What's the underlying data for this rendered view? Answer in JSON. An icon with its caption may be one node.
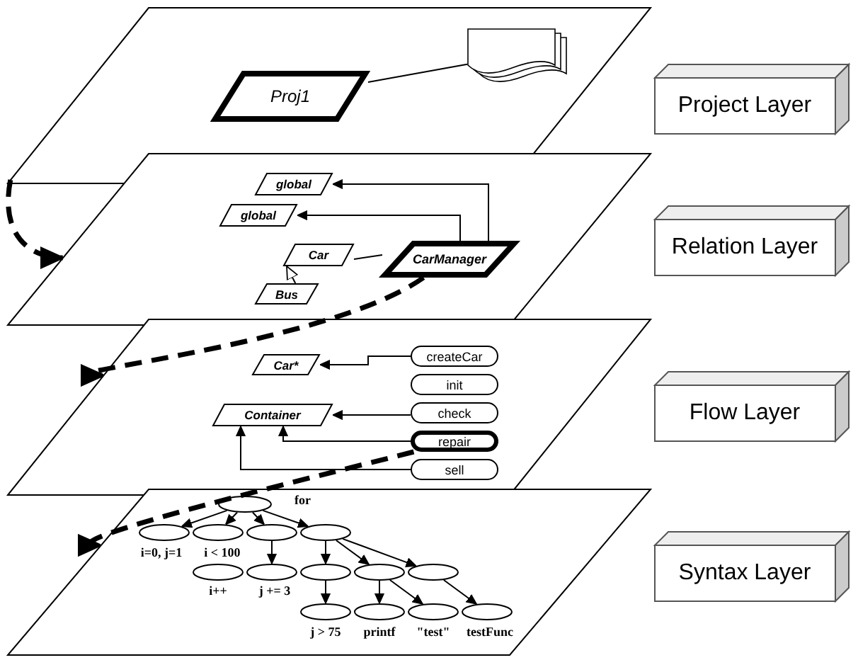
{
  "diagram": {
    "nodes": [
      {
        "text": [],
        "shape": "parallelogram"
      },
      {
        "text": [
          "Proj1"
        ],
        "in": 0
      },
      {
        "text": [],
        "shape": "document",
        "in": 0
      },
      {
        "text": [
          "Project Layer"
        ]
      },
      {
        "text": [],
        "shape": "parallelogram"
      },
      {
        "text": [
          "global"
        ],
        "in": 4
      },
      {
        "text": [
          "global"
        ],
        "in": 4
      },
      {
        "text": [
          "Car"
        ],
        "in": 4
      },
      {
        "text": [
          "CarManager"
        ],
        "in": 4
      },
      {
        "text": [
          "Bus"
        ],
        "in": 4
      },
      {
        "text": [
          "Relation Layer"
        ]
      },
      {
        "text": [],
        "shape": "parallelogram"
      },
      {
        "text": [
          "Car*"
        ],
        "in": 11
      },
      {
        "text": [
          "Container"
        ],
        "in": 11
      },
      {
        "text": [
          "createCar"
        ],
        "in": 11
      },
      {
        "text": [
          "init"
        ],
        "in": 11
      },
      {
        "text": [
          "check"
        ],
        "in": 11
      },
      {
        "text": [
          "repair"
        ],
        "in": 11
      },
      {
        "text": [
          "sell"
        ],
        "in": 11
      },
      {
        "text": [
          "Flow Layer"
        ]
      },
      {
        "text": [],
        "shape": "parallelogram"
      },
      {
        "text": [],
        "shape": "ellipse",
        "in": 20,
        "beside": [
          "for"
        ]
      },
      {
        "text": [],
        "shape": "ellipse",
        "in": 20,
        "beside": [
          "i=0, j=1"
        ]
      },
      {
        "text": [],
        "shape": "ellipse",
        "in": 20,
        "beside": [
          "i < 100"
        ]
      },
      {
        "text": [],
        "shape": "ellipse",
        "in": 20
      },
      {
        "text": [],
        "shape": "ellipse",
        "in": 20
      },
      {
        "text": [],
        "shape": "ellipse",
        "in": 20,
        "beside": [
          "i++"
        ]
      },
      {
        "text": [],
        "shape": "ellipse",
        "in": 20,
        "beside": [
          "j += 3"
        ]
      },
      {
        "text": [],
        "shape": "ellipse",
        "in": 20
      },
      {
        "text": [],
        "shape": "ellipse",
        "in": 20
      },
      {
        "text": [],
        "shape": "ellipse",
        "in": 20
      },
      {
        "text": [],
        "shape": "ellipse",
        "in": 20,
        "beside": [
          "j > 75"
        ]
      },
      {
        "text": [],
        "shape": "ellipse",
        "in": 20,
        "beside": [
          "printf"
        ]
      },
      {
        "text": [],
        "shape": "ellipse",
        "in": 20,
        "beside": [
          "\"test\""
        ]
      },
      {
        "text": [],
        "shape": "ellipse",
        "in": 20,
        "beside": [
          "testFunc"
        ]
      },
      {
        "text": [
          "Syntax Layer"
        ]
      }
    ],
    "edges": [
      {
        "from": 1,
        "to": 2,
        "arrow": "none"
      },
      {
        "from": 0,
        "to": 4,
        "arrow": "to",
        "style": "dashed"
      },
      {
        "from": 8,
        "to": 5,
        "arrow": "to"
      },
      {
        "from": 8,
        "to": 6,
        "arrow": "to"
      },
      {
        "from": 7,
        "to": 8,
        "arrow": "none"
      },
      {
        "from": 9,
        "to": 7,
        "arrow": "to"
      },
      {
        "from": 8,
        "to": 11,
        "arrow": "to",
        "style": "dashed"
      },
      {
        "from": 14,
        "to": 12,
        "arrow": "to"
      },
      {
        "from": 16,
        "to": 13,
        "arrow": "to"
      },
      {
        "from": 17,
        "to": 13,
        "arrow": "to"
      },
      {
        "from": 18,
        "to": 13,
        "arrow": "to"
      },
      {
        "from": 17,
        "to": 20,
        "arrow": "to",
        "style": "dashed"
      },
      {
        "from": 21,
        "to": 22,
        "arrow": "to"
      },
      {
        "from": 21,
        "to": 23,
        "arrow": "to"
      },
      {
        "from": 21,
        "to": 24,
        "arrow": "to"
      },
      {
        "from": 21,
        "to": 25,
        "arrow": "to"
      },
      {
        "from": 24,
        "to": 27,
        "arrow": "to"
      },
      {
        "from": 25,
        "to": 28,
        "arrow": "to"
      },
      {
        "from": 25,
        "to": 29,
        "arrow": "to"
      },
      {
        "from": 25,
        "to": 30,
        "arrow": "to"
      },
      {
        "from": 28,
        "to": 31,
        "arrow": "to"
      },
      {
        "from": 29,
        "to": 32,
        "arrow": "to"
      },
      {
        "from": 29,
        "to": 33,
        "arrow": "to"
      },
      {
        "from": 30,
        "to": 34,
        "arrow": "to"
      }
    ]
  }
}
